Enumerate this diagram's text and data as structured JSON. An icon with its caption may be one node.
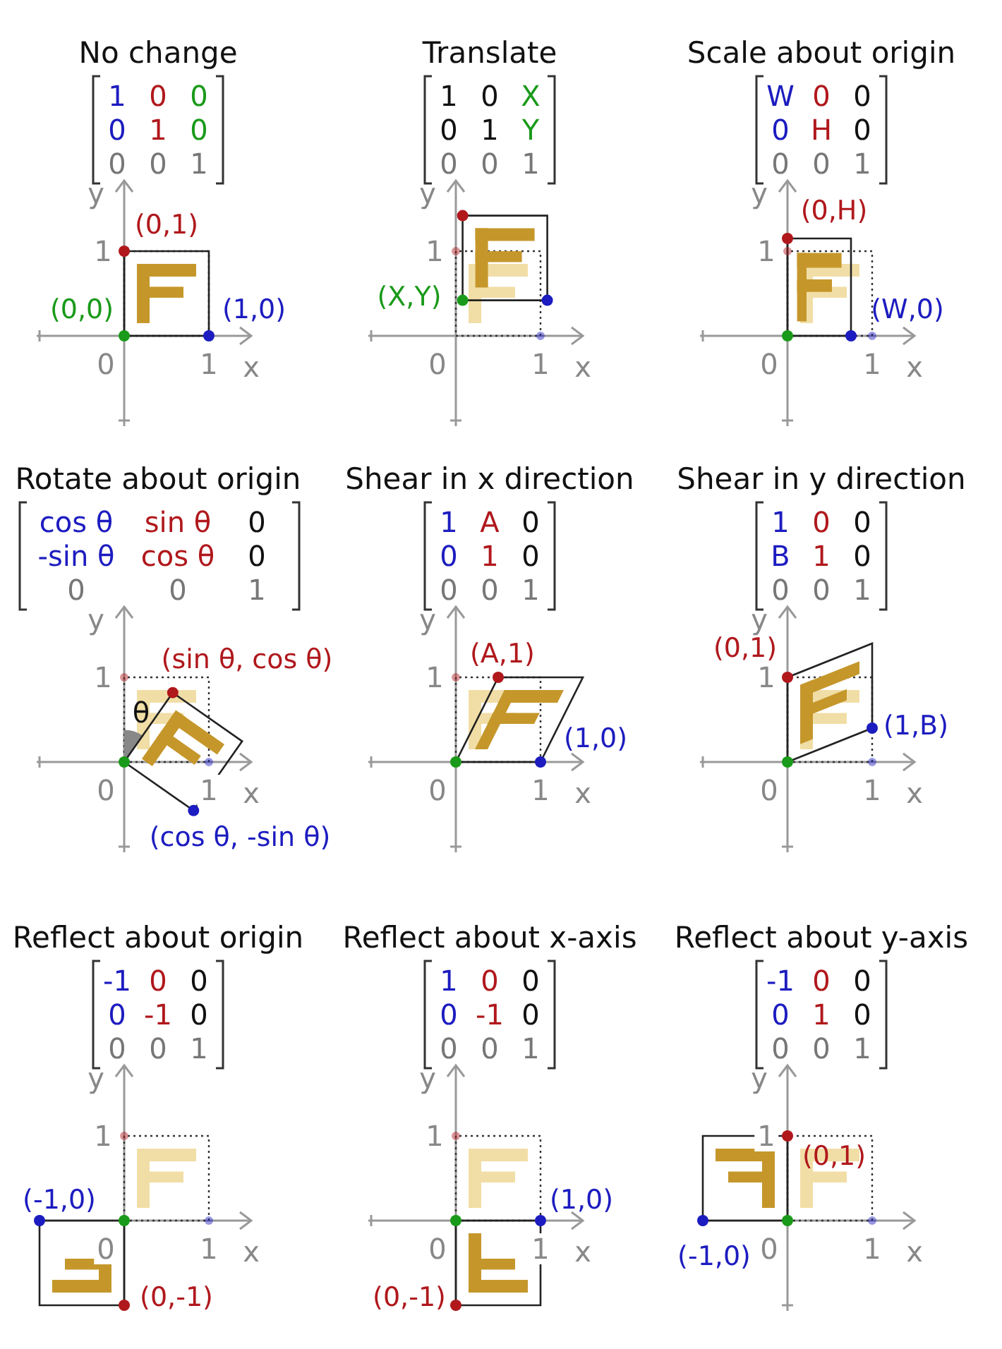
{
  "diagram": {
    "labels": [
      "No change",
      "1",
      "0",
      "0",
      "0",
      "1",
      "0",
      "0",
      "0",
      "1",
      "y",
      "(0,1)",
      "1",
      "(0,0)",
      "(1,0)",
      "0",
      "1",
      "x",
      "Translate",
      "1",
      "0",
      "X",
      "0",
      "1",
      "Y",
      "0",
      "0",
      "1",
      "y",
      "1",
      "(X,Y)",
      "0",
      "1",
      "x",
      "Scale about origin",
      "W",
      "0",
      "0",
      "0",
      "H",
      "0",
      "0",
      "0",
      "1",
      "y",
      "(0,H)",
      "1",
      "(W,0)",
      "0",
      "1",
      "x",
      "Rotate about origin",
      "cos θ",
      "sin θ",
      "0",
      "-sin θ",
      "cos θ",
      "0",
      "0",
      "0",
      "1",
      "y",
      "(sin θ, cos θ)",
      "1",
      "θ",
      "0",
      "1",
      "x",
      "(cos θ, -sin θ)",
      "Shear in x direction",
      "1",
      "A",
      "0",
      "0",
      "1",
      "0",
      "0",
      "0",
      "1",
      "y",
      "(A,1)",
      "1",
      "(1,0)",
      "0",
      "1",
      "x",
      "Shear in y direction",
      "1",
      "0",
      "0",
      "B",
      "1",
      "0",
      "0",
      "0",
      "1",
      "y",
      "(0,1)",
      "1",
      "(1,B)",
      "0",
      "1",
      "x",
      "Reflect about origin",
      "-1",
      "0",
      "0",
      "0",
      "-1",
      "0",
      "0",
      "0",
      "1",
      "y",
      "1",
      "(-1,0)",
      "0",
      "1",
      "x",
      "(0,-1)",
      "Reflect about x-axis",
      "1",
      "0",
      "0",
      "0",
      "-1",
      "0",
      "0",
      "0",
      "1",
      "y",
      "1",
      "(1,0)",
      "0",
      "1",
      "x",
      "(0,-1)",
      "Reflect about y-axis",
      "-1",
      "0",
      "0",
      "0",
      "1",
      "0",
      "0",
      "0",
      "1",
      "y",
      "(0,1)",
      "1",
      "(-1,0)",
      "0",
      "1",
      "x"
    ]
  }
}
